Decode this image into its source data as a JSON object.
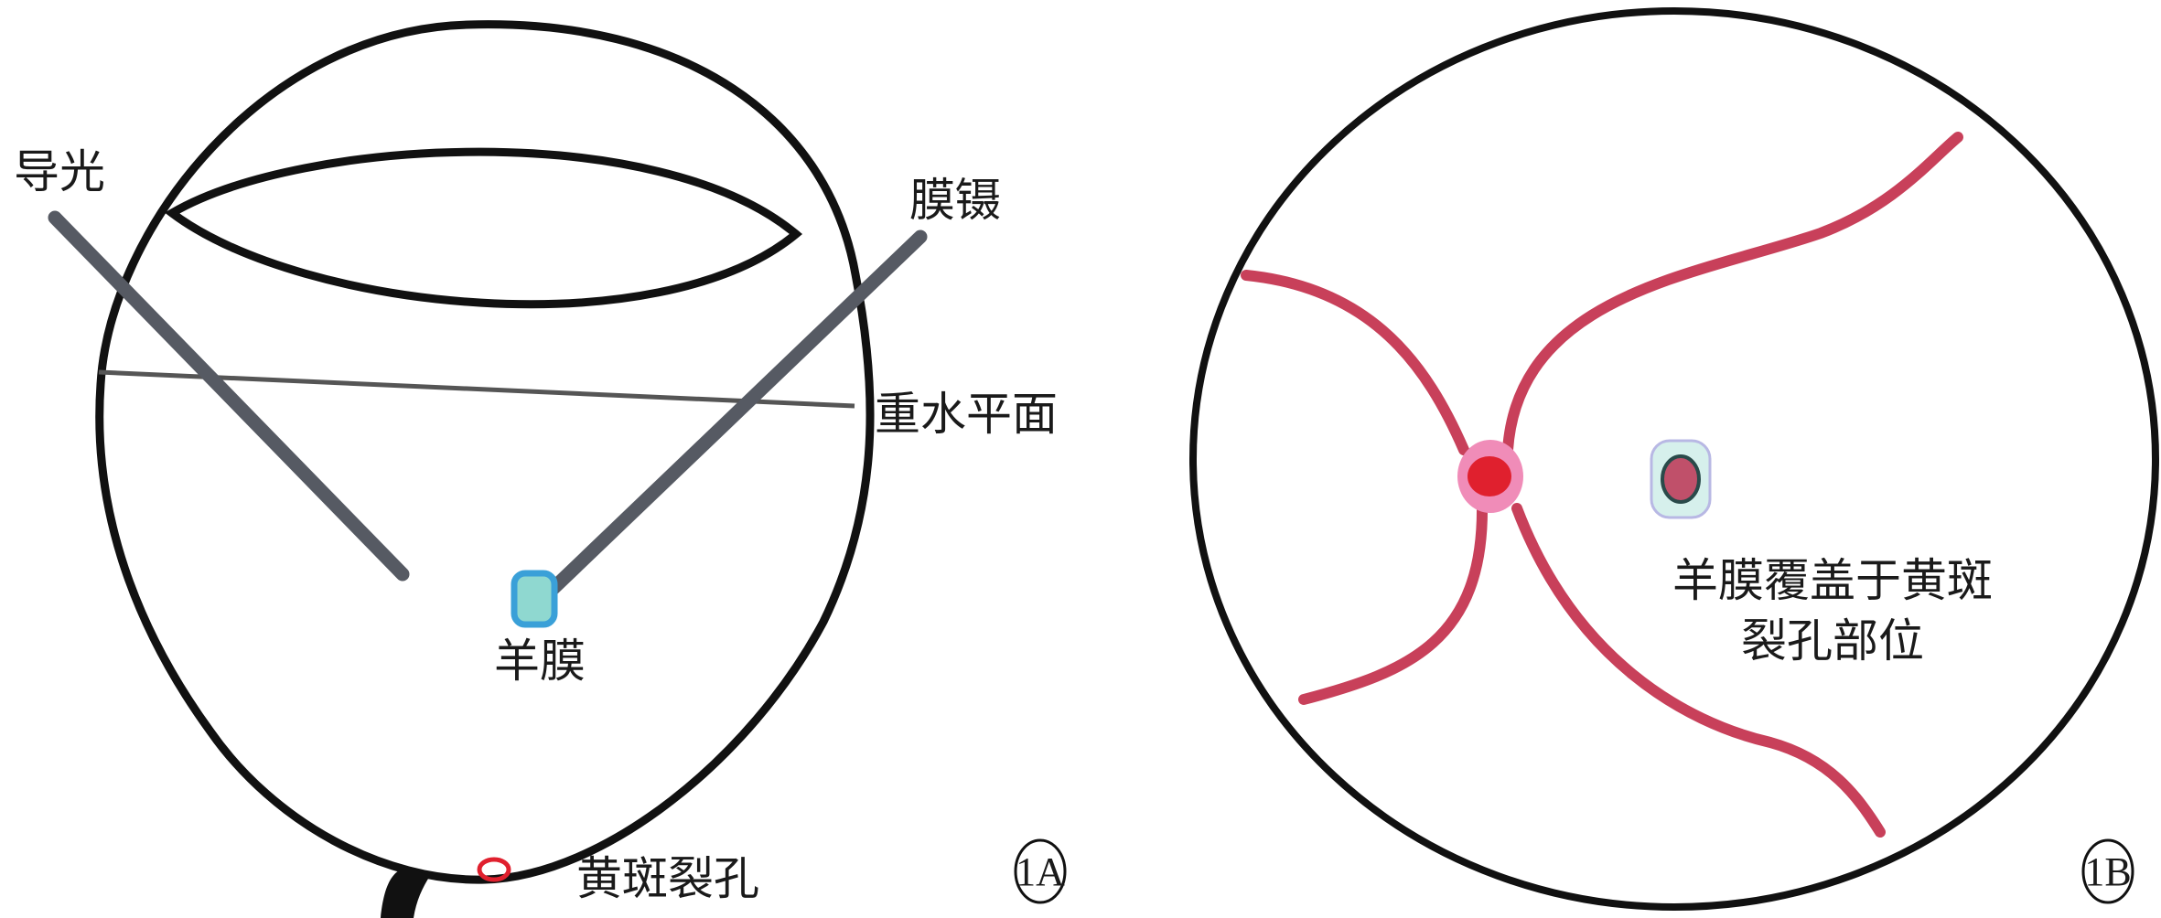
{
  "panel_a": {
    "tag": "1A",
    "labels": {
      "light_pipe": "导光",
      "forceps": "膜镊",
      "heavy_water_level": "重水平面",
      "amniotic_membrane": "羊膜",
      "macular_hole": "黄斑裂孔"
    }
  },
  "panel_b": {
    "tag": "1B",
    "caption_line1": "羊膜覆盖于黄斑",
    "caption_line2": "裂孔部位"
  },
  "colors": {
    "outline": "#111111",
    "instrument": "#565a63",
    "vessel": "#c8405a",
    "disc_halo": "#f08cb8",
    "disc_core": "#e0202e",
    "membrane_fill": "#8fd8d0",
    "membrane_stroke": "#3aa0d8",
    "hole": "#e0202e"
  }
}
